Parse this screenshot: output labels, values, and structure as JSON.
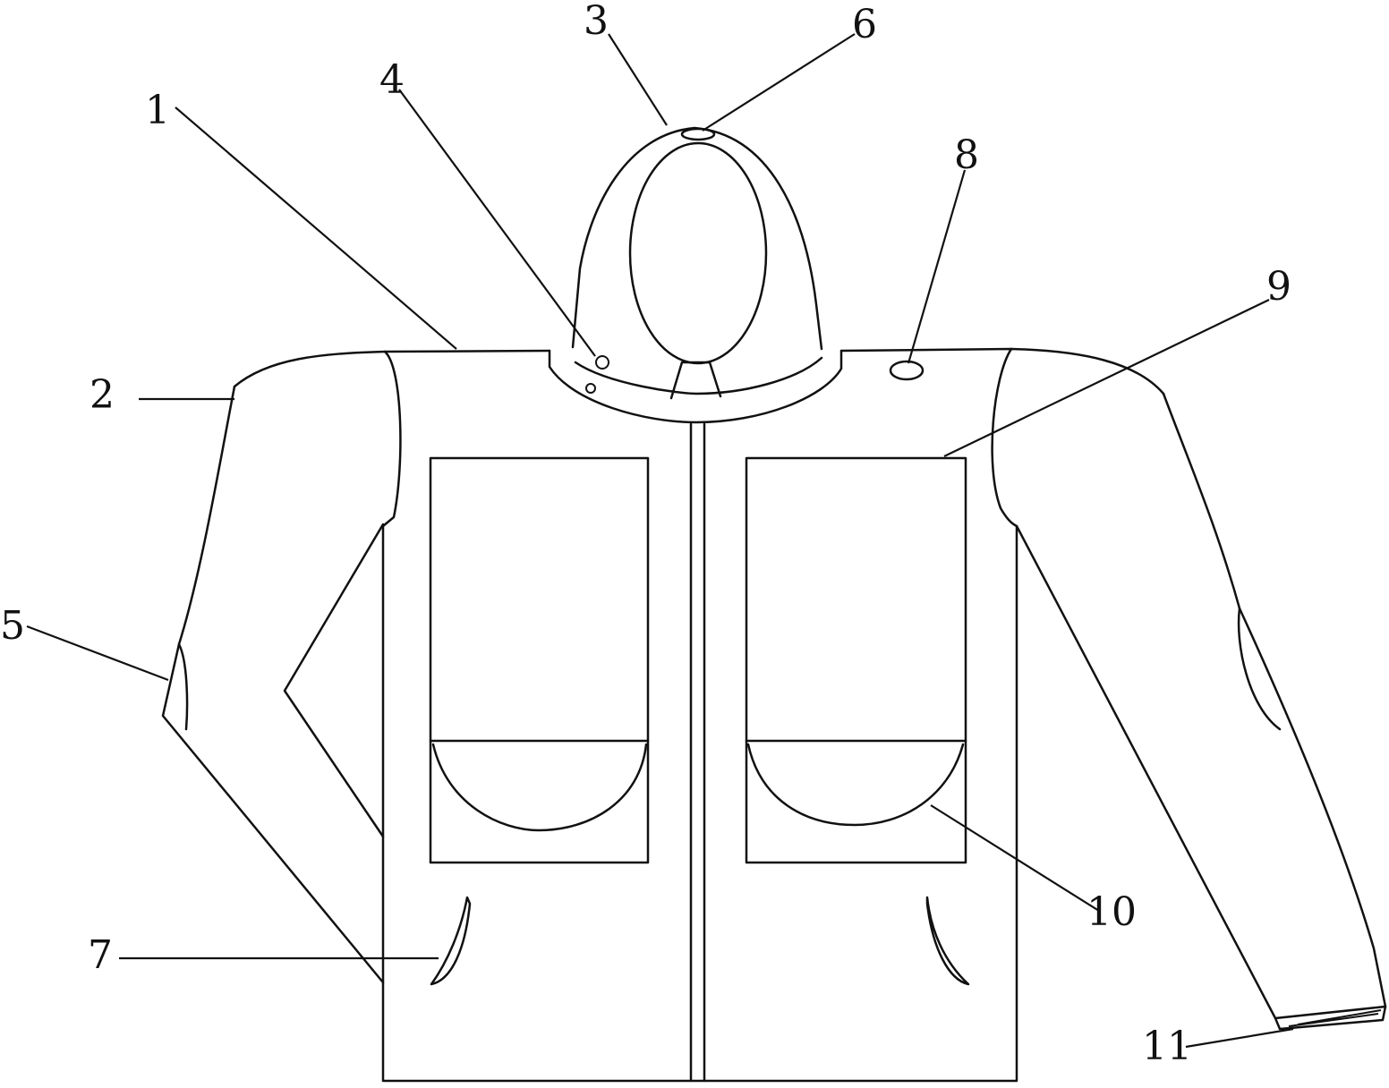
{
  "colors": {
    "line": "#111111",
    "background": "#ffffff"
  },
  "labels": {
    "l1": "1",
    "l2": "2",
    "l3": "3",
    "l4": "4",
    "l5": "5",
    "l6": "6",
    "l7": "7",
    "l8": "8",
    "l9": "9",
    "l10": "10",
    "l11": "11"
  }
}
